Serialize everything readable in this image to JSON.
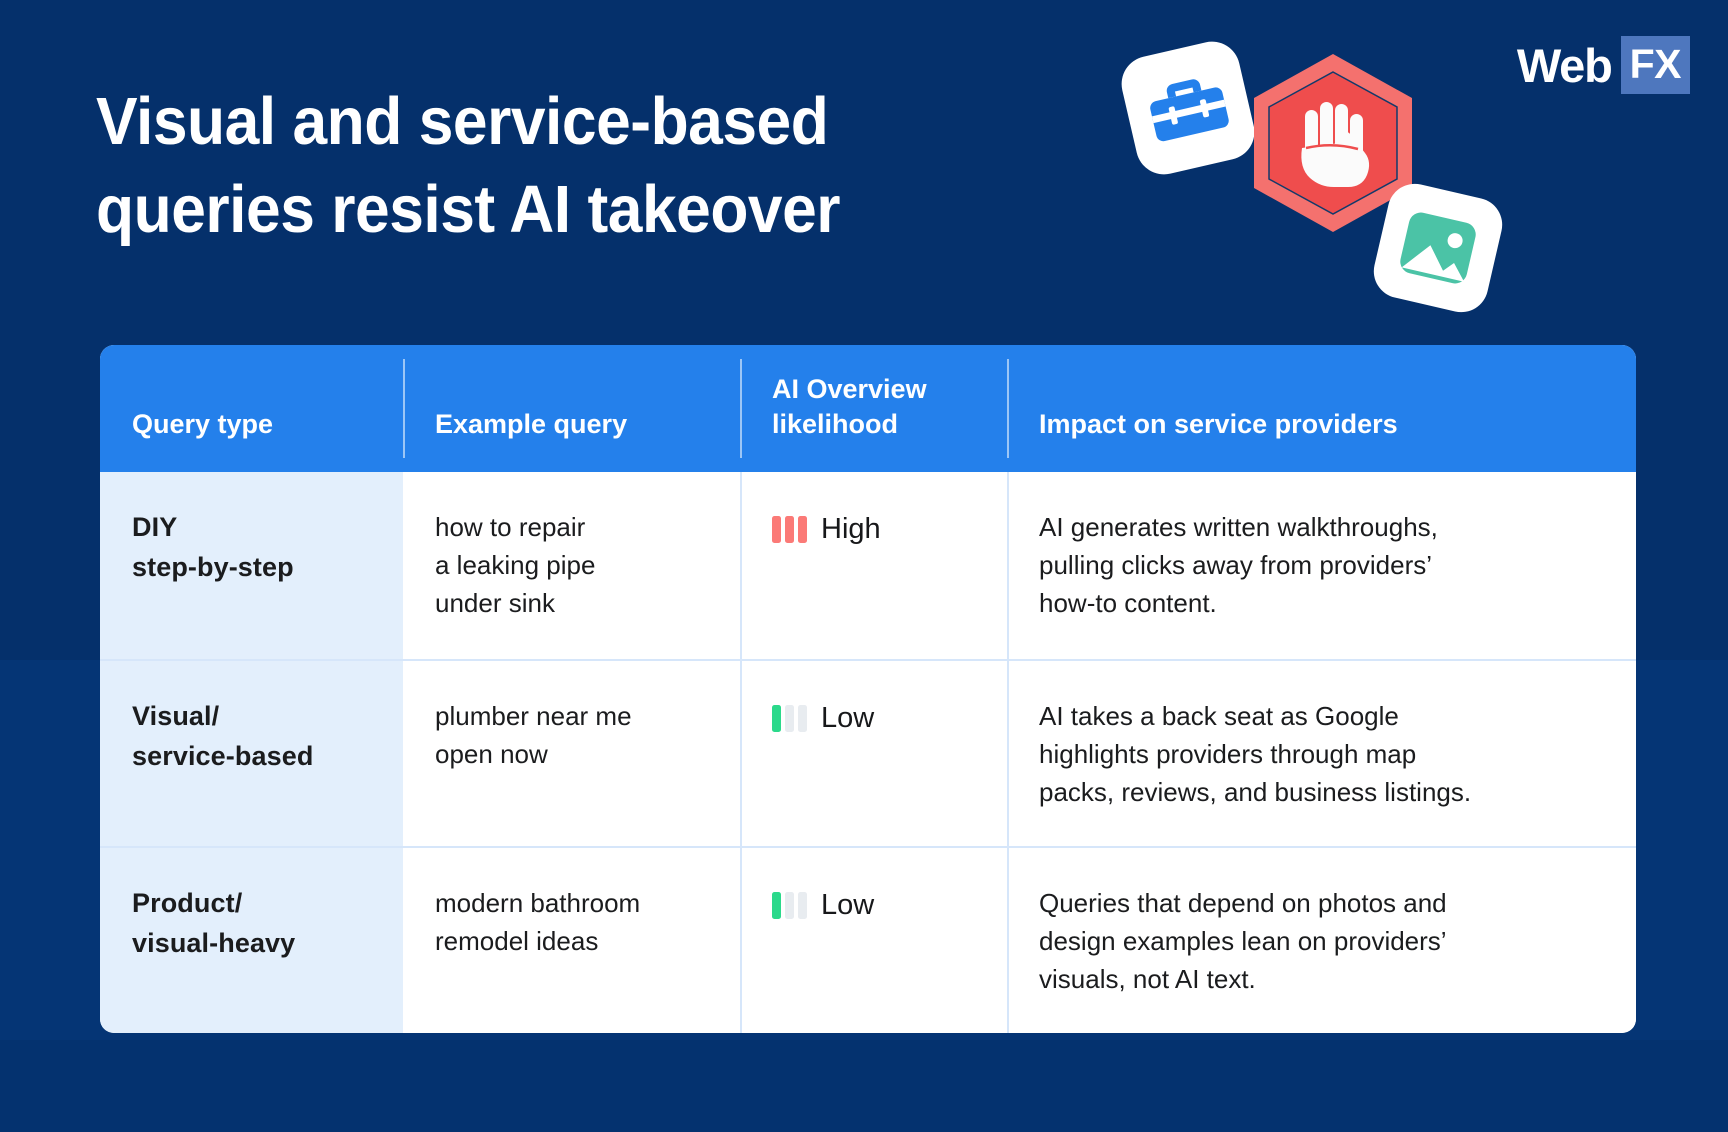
{
  "title": {
    "line1": "Visual and service-based",
    "line2": "queries resist AI takeover"
  },
  "logo": {
    "text_primary": "Web",
    "text_badge": "FX",
    "badge_color": "#4E77BE"
  },
  "decor_icons": [
    {
      "name": "toolbox-icon",
      "color": "#2480EB"
    },
    {
      "name": "stop-hand-icon",
      "color": "#EF4D4D"
    },
    {
      "name": "image-photo-icon",
      "color": "#4BC3A6"
    }
  ],
  "colors": {
    "background": "#05306B",
    "header_blue": "#2480EB",
    "type_cell_blue": "#E3EFFC",
    "divider": "#D6E6FA",
    "high_bar": "#FB7A77",
    "low_bar": "#2BD98B",
    "off_bar": "#E8ECF0",
    "body_text": "#1B1C1E"
  },
  "table": {
    "headers": {
      "query_type": "Query type",
      "example_query": "Example query",
      "ai_likelihood_l1": "AI Overview",
      "ai_likelihood_l2": "likelihood",
      "impact": "Impact on service providers"
    },
    "rows": [
      {
        "query_type_l1": "DIY",
        "query_type_l2": "step-by-step",
        "example_l1": "how to repair",
        "example_l2": "a leaking pipe",
        "example_l3": "under sink",
        "likelihood": "High",
        "likelihood_level": 3,
        "impact_l1": "AI generates written walkthroughs,",
        "impact_l2": "pulling clicks away from providers’",
        "impact_l3": "how-to content."
      },
      {
        "query_type_l1": "Visual/",
        "query_type_l2": "service-based",
        "example_l1": "plumber near me",
        "example_l2": "open now",
        "example_l3": "",
        "likelihood": "Low",
        "likelihood_level": 1,
        "impact_l1": "AI takes a back seat as Google",
        "impact_l2": "highlights providers through map",
        "impact_l3": "packs, reviews, and business listings."
      },
      {
        "query_type_l1": "Product/",
        "query_type_l2": "visual-heavy",
        "example_l1": "modern bathroom",
        "example_l2": "remodel ideas",
        "example_l3": "",
        "likelihood": "Low",
        "likelihood_level": 1,
        "impact_l1": "Queries that depend on photos and",
        "impact_l2": "design examples lean on providers’",
        "impact_l3": "visuals, not AI text."
      }
    ]
  }
}
